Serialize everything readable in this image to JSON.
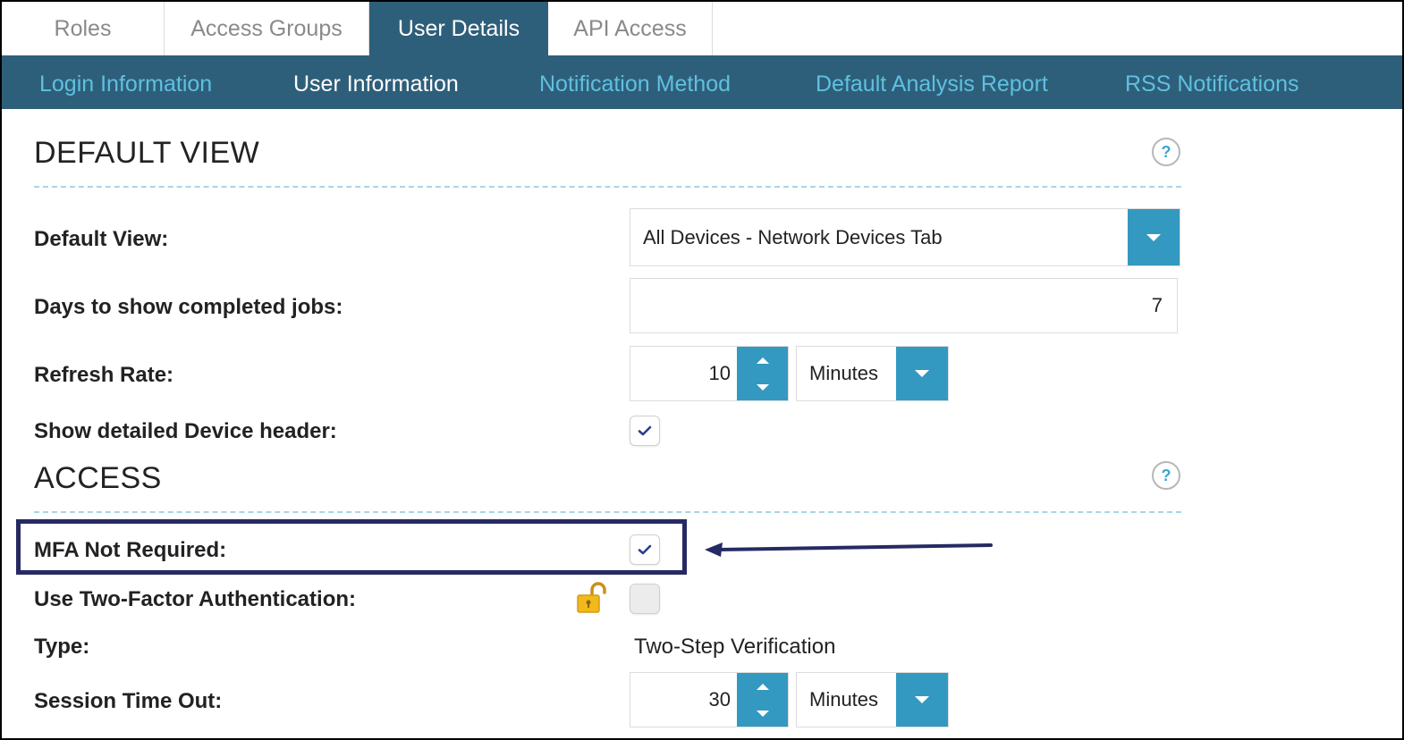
{
  "top_tabs": [
    {
      "label": "Roles",
      "active": false
    },
    {
      "label": "Access Groups",
      "active": false
    },
    {
      "label": "User Details",
      "active": true
    },
    {
      "label": "API Access",
      "active": false
    }
  ],
  "sub_nav": [
    {
      "label": "Login Information",
      "active": false
    },
    {
      "label": "User Information",
      "active": true
    },
    {
      "label": "Notification Method",
      "active": false
    },
    {
      "label": "Default Analysis Report",
      "active": false
    },
    {
      "label": "RSS Notifications",
      "active": false
    }
  ],
  "default_view_section": {
    "title": "DEFAULT VIEW",
    "help_icon": "?",
    "default_view": {
      "label": "Default View:",
      "value": "All Devices - Network Devices Tab"
    },
    "days_completed_jobs": {
      "label": "Days to show completed jobs:",
      "value": "7"
    },
    "refresh_rate": {
      "label": "Refresh Rate:",
      "value": "10",
      "unit": "Minutes"
    },
    "detailed_header": {
      "label": "Show detailed Device header:",
      "checked": true
    }
  },
  "access_section": {
    "title": "ACCESS",
    "help_icon": "?",
    "mfa_not_required": {
      "label": "MFA Not Required:",
      "checked": true
    },
    "two_factor": {
      "label": "Use Two-Factor Authentication:",
      "checked": false,
      "lock_icon": "unlocked-padlock-icon"
    },
    "type": {
      "label": "Type:",
      "value": "Two-Step Verification"
    },
    "session_timeout": {
      "label": "Session Time Out:",
      "value": "30",
      "unit": "Minutes"
    }
  },
  "colors": {
    "nav_bg": "#2e5f7a",
    "nav_link": "#5fc0e0",
    "button_blue": "#3399c0",
    "highlight_border": "#262a63",
    "lock_gold": "#f2b91c"
  }
}
